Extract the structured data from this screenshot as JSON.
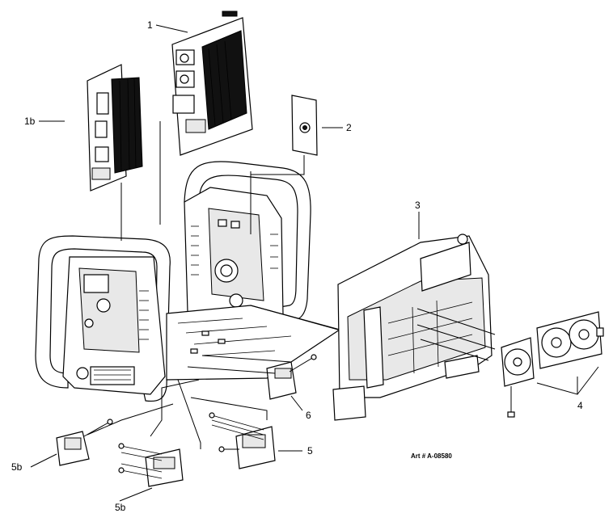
{
  "diagram": {
    "callouts": {
      "c1": "1",
      "c1b": "1b",
      "c2": "2",
      "c3": "3",
      "c4": "4",
      "c5": "5",
      "c6": "6",
      "c5b_left": "5b",
      "c5b_bottom": "5b"
    },
    "art_number": "Art # A-08580"
  }
}
